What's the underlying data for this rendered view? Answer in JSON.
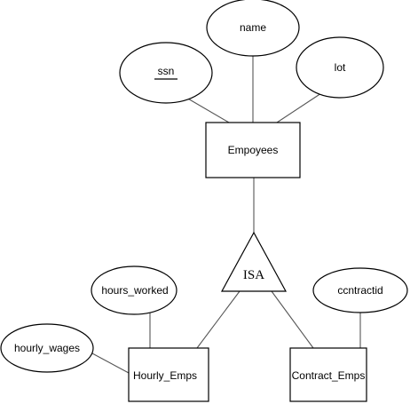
{
  "diagram": {
    "entities": {
      "employees": "Empoyees",
      "hourly_emps": "Hourly_Emps",
      "contract_emps": "Contract_Emps"
    },
    "attributes": {
      "ssn": "ssn",
      "name": "name",
      "lot": "lot",
      "hours_worked": "hours_worked",
      "hourly_wages": "hourly_wages",
      "contractid": "ccntractid"
    },
    "isa": "ISA",
    "key_attribute": "ssn"
  }
}
